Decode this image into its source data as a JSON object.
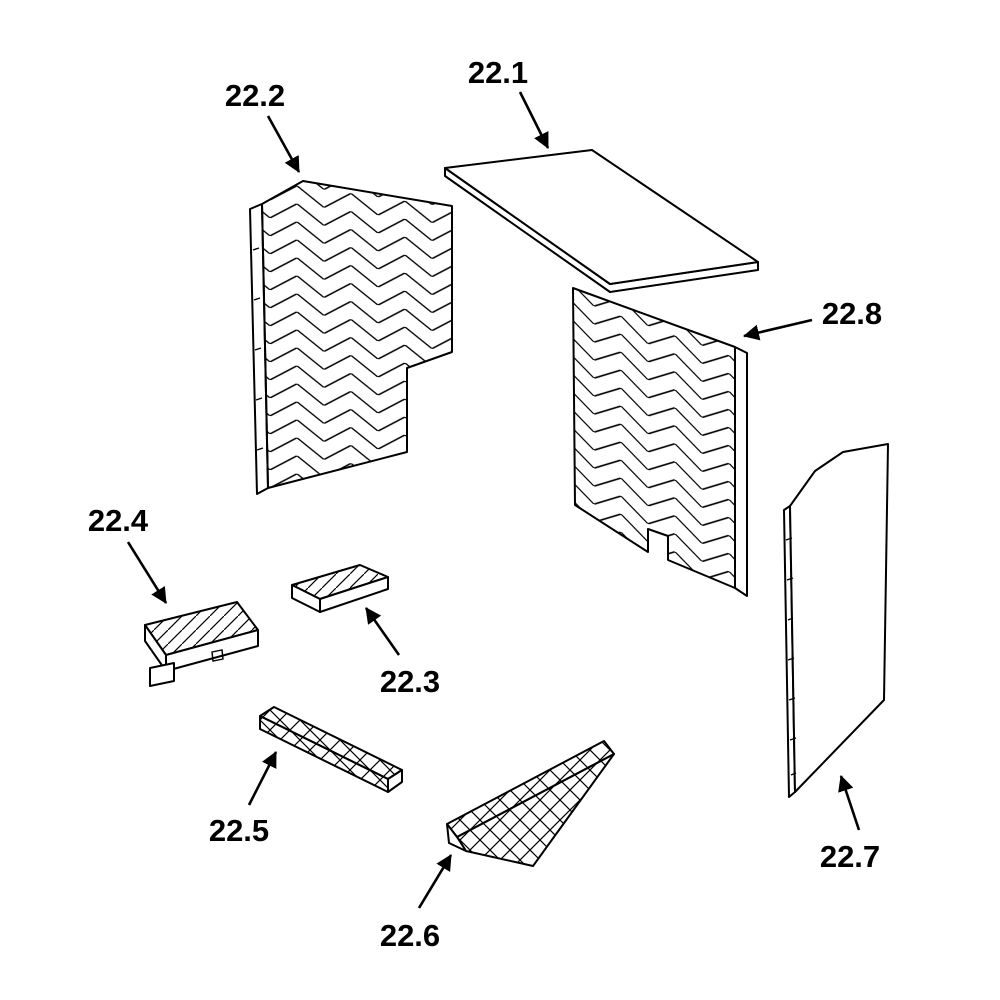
{
  "diagram": {
    "background_color": "#ffffff",
    "line_color": "#000000",
    "parts": [
      {
        "label": "22.1"
      },
      {
        "label": "22.2"
      },
      {
        "label": "22.3"
      },
      {
        "label": "22.4"
      },
      {
        "label": "22.5"
      },
      {
        "label": "22.6"
      },
      {
        "label": "22.7"
      },
      {
        "label": "22.8"
      }
    ]
  }
}
